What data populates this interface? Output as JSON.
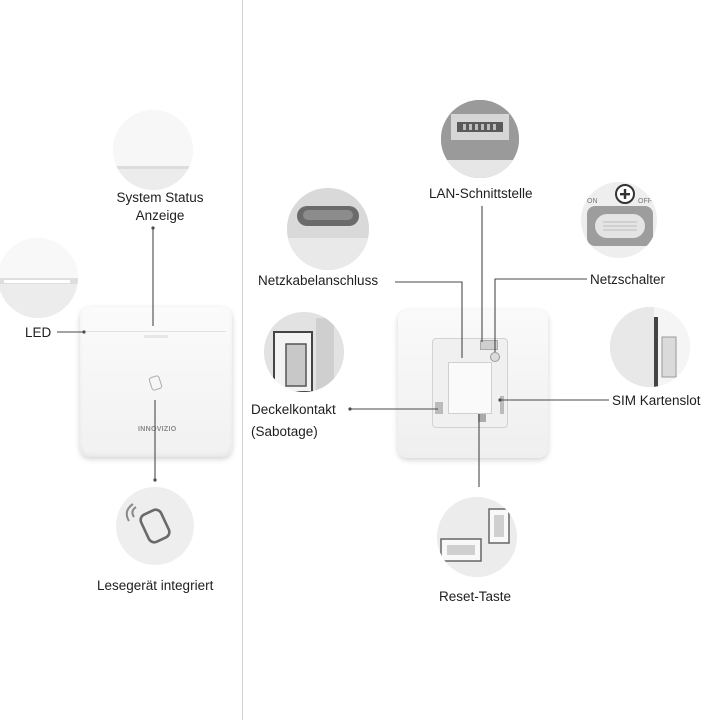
{
  "left_panel": {
    "callouts": {
      "system_status_line1": "System Status",
      "system_status_line2": "Anzeige",
      "led": "LED",
      "reader": "Lesegerät integriert"
    },
    "device": {
      "brand_text": "INNOVIZIO"
    }
  },
  "right_panel": {
    "callouts": {
      "lan": "LAN-Schnittstelle",
      "power_cable": "Netzkabelanschluss",
      "power_switch": "Netzschalter",
      "tamper_line1": "Deckelkontakt",
      "tamper_line2": "(Sabotage)",
      "sim": "SIM Kartenslot",
      "reset": "Reset-Taste"
    },
    "switch_labels": {
      "on": "ON",
      "off": "OFF"
    }
  },
  "colors": {
    "line": "#4a4a4a",
    "circle_bg": "#e9e9e9",
    "device_white": "#f6f6f6"
  }
}
